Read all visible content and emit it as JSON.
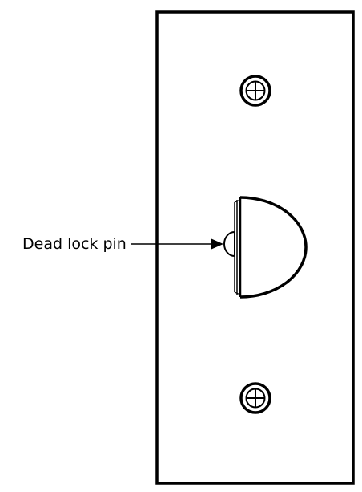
{
  "diagram": {
    "callout": {
      "label": "Dead lock pin"
    },
    "components": {
      "faceplate": "faceplate",
      "upper_screw": "screw",
      "lower_screw": "screw",
      "latch_bolt": "latch-bolt",
      "dead_lock_pin": "dead-lock-pin"
    },
    "colors": {
      "stroke": "#000000",
      "background": "#ffffff"
    }
  }
}
